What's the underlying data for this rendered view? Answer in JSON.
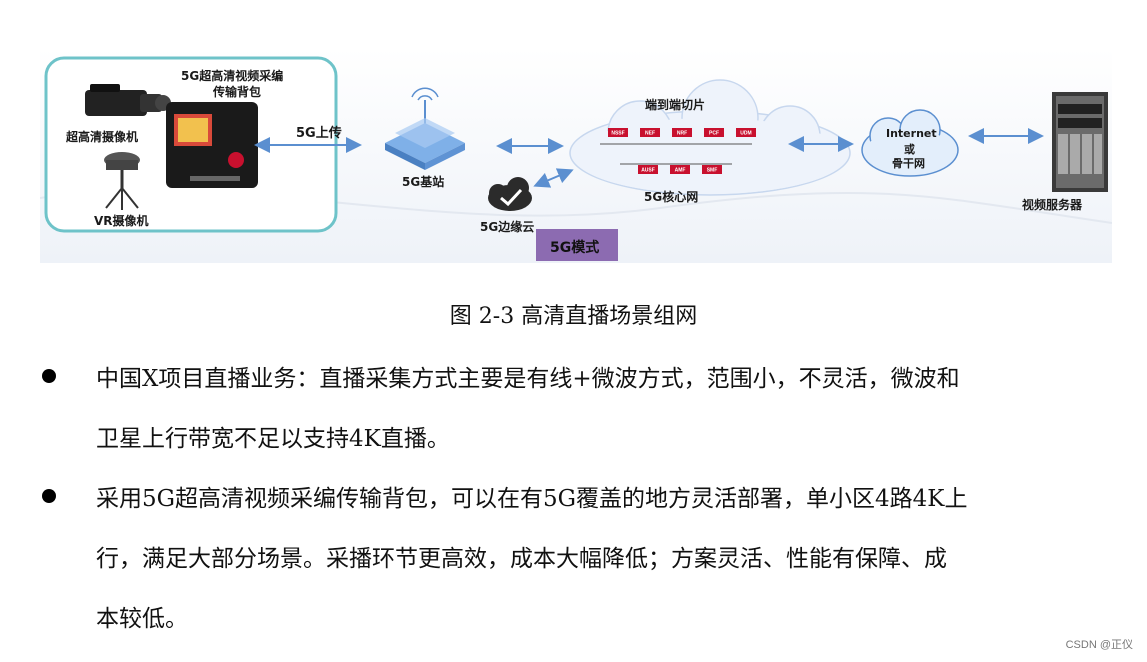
{
  "diagram": {
    "backpack_title_line1": "5G超高清视频采编",
    "backpack_title_line2": "传输背包",
    "uhd_camera_label": "超高清摄像机",
    "vr_camera_label": "VR摄像机",
    "uplink_label": "5G上传",
    "base_station_label": "5G基站",
    "edge_cloud_label": "5G边缘云",
    "mode_label": "5G模式",
    "slice_label": "端到端切片",
    "core_label": "5G核心网",
    "core_nfs_top": [
      "NSSF",
      "NEF",
      "NRF",
      "PCF",
      "UDM"
    ],
    "core_nfs_bottom": [
      "AUSF",
      "AMF",
      "SMF"
    ],
    "internet_line1": "Internet",
    "internet_line2": "或",
    "internet_line3": "骨干网",
    "server_label": "视频服务器",
    "colors": {
      "accent_teal": "#6ec3c9",
      "mode_purple": "#8c6bb1",
      "arrow_blue": "#5b8fd0",
      "nf_red": "#c8102e"
    }
  },
  "caption": "图  2-3  高清直播场景组网",
  "bullets": [
    {
      "lines": [
        "中国X项目直播业务：直播采集方式主要是有线+微波方式，范围小，不灵活，微波和",
        "卫星上行带宽不足以支持4K直播。"
      ]
    },
    {
      "lines": [
        "采用5G超高清视频采编传输背包，可以在有5G覆盖的地方灵活部署，单小区4路4K上",
        "行，满足大部分场景。采播环节更高效，成本大幅降低；方案灵活、性能有保障、成",
        "本较低。"
      ]
    }
  ],
  "watermark": "CSDN @正仪"
}
